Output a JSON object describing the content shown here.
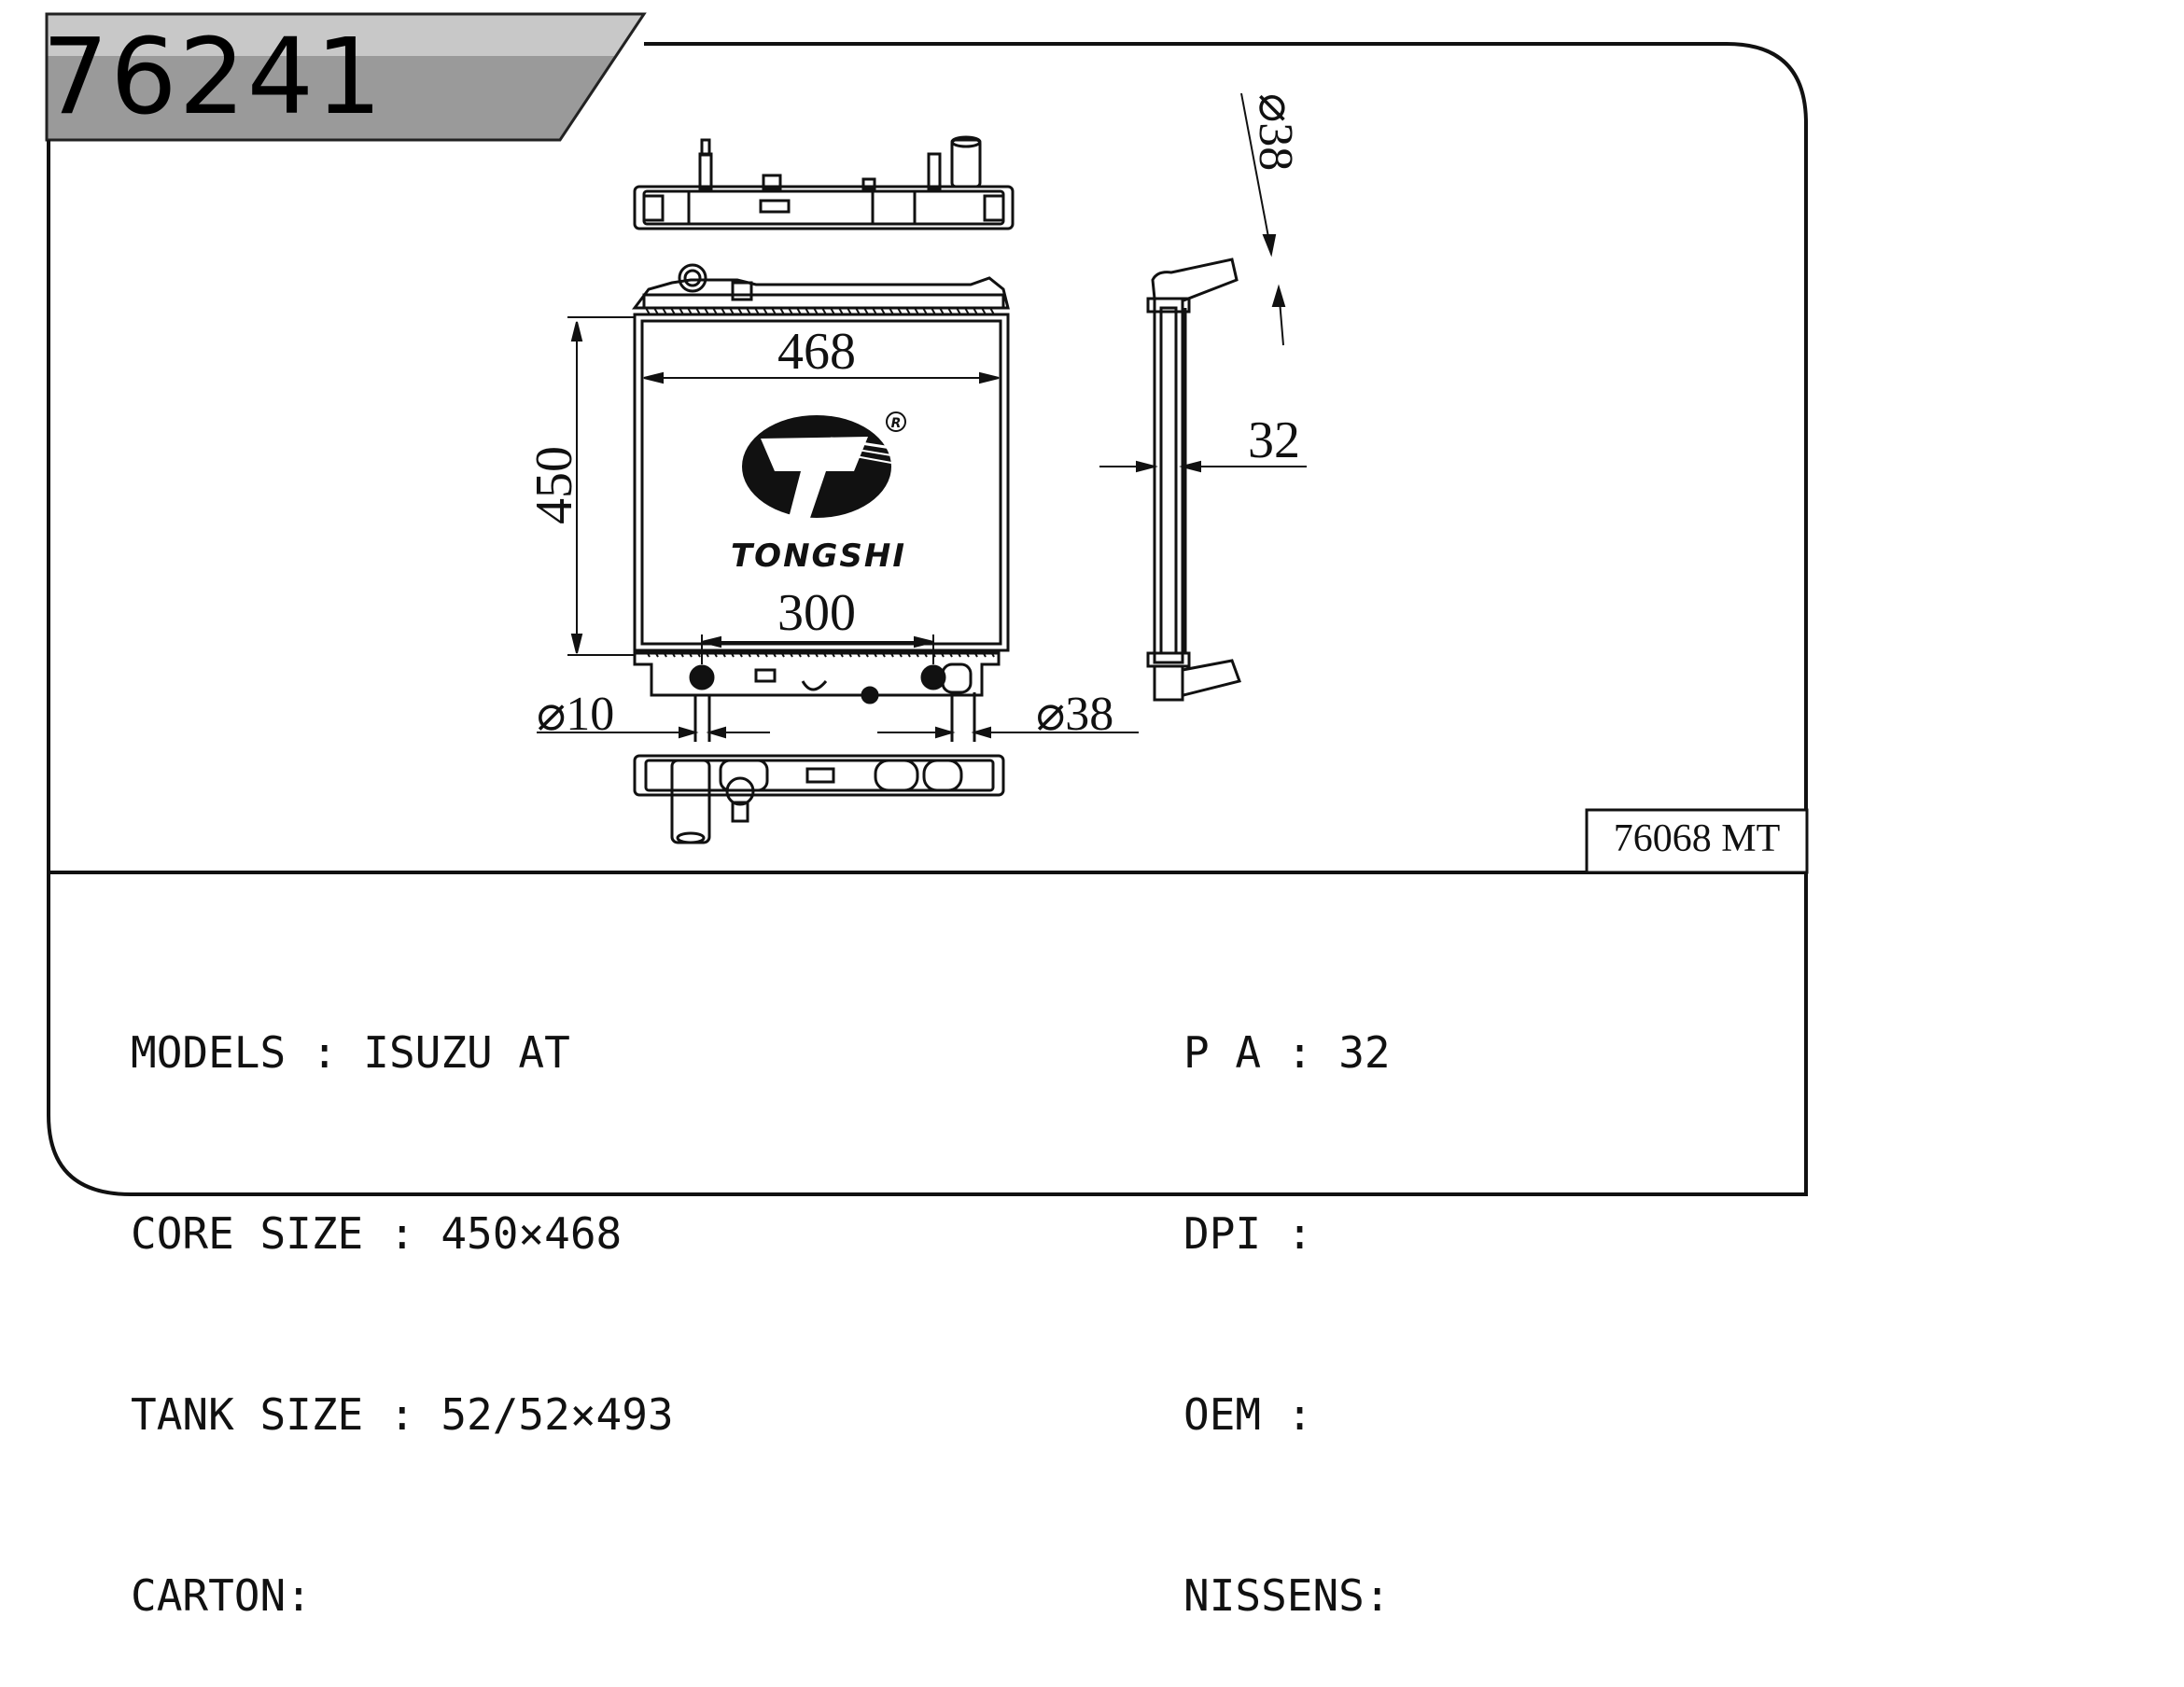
{
  "header": {
    "part_number": "76241"
  },
  "alt_code": "76068 MT",
  "brand": {
    "name": "TONGSHI",
    "registered_mark": "R"
  },
  "dimensions": {
    "core_width": "468",
    "core_height": "450",
    "lower_span": "300",
    "thickness": "32",
    "outlet_diameter_top": "⌀38",
    "inlet_diameter_small": "⌀10",
    "inlet_diameter_large": "⌀38"
  },
  "specs_left": [
    {
      "label": "MODELS",
      "sep": " : ",
      "value": "ISUZU AT"
    },
    {
      "label": "CORE SIZE",
      "sep": " : ",
      "value": "450×468"
    },
    {
      "label": "TANK SIZE",
      "sep": " : ",
      "value": "52/52×493"
    },
    {
      "label": "CARTON",
      "sep": ":",
      "value": ""
    }
  ],
  "specs_right": [
    {
      "label": "P A",
      "sep": " : ",
      "value": "32"
    },
    {
      "label": "DPI",
      "sep": " : ",
      "value": ""
    },
    {
      "label": "OEM",
      "sep": " : ",
      "value": ""
    },
    {
      "label": "NISSENS",
      "sep": ":",
      "value": ""
    }
  ]
}
